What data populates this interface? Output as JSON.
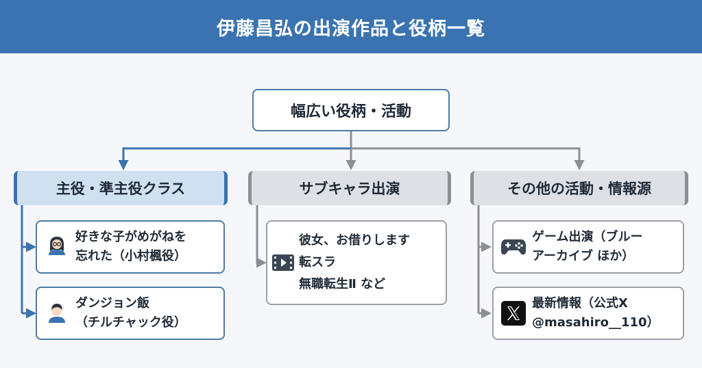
{
  "title": "伊藤昌弘の出演作品と役柄一覧",
  "root": {
    "label": "幅広い役柄・活動"
  },
  "categories": {
    "main": {
      "label": "主役・準主役クラス",
      "items": [
        {
          "line1": "好きな子がめがねを",
          "line2": "忘れた（小村楓役）",
          "icon": "person-glasses-icon"
        },
        {
          "line1": "ダンジョン飯",
          "line2": "（チルチャック役）",
          "icon": "person-icon"
        }
      ]
    },
    "sub": {
      "label": "サブキャラ出演",
      "items": [
        {
          "line1": "彼女、お借りします",
          "line2": "転スラ",
          "line3": "無職転生Ⅱ など",
          "icon": "film-play-icon"
        }
      ]
    },
    "other": {
      "label": "その他の活動・情報源",
      "items": [
        {
          "line1": "ゲーム出演（ブルー",
          "line2": "アーカイブ ほか）",
          "icon": "gamepad-icon"
        },
        {
          "line1": "最新情報（公式X",
          "line2": "@masahiro__110）",
          "icon": "x-logo-icon"
        }
      ]
    }
  },
  "colors": {
    "header": "#3a73b0",
    "blue_line": "#3a73b0",
    "gray_line": "#8a8f96"
  }
}
